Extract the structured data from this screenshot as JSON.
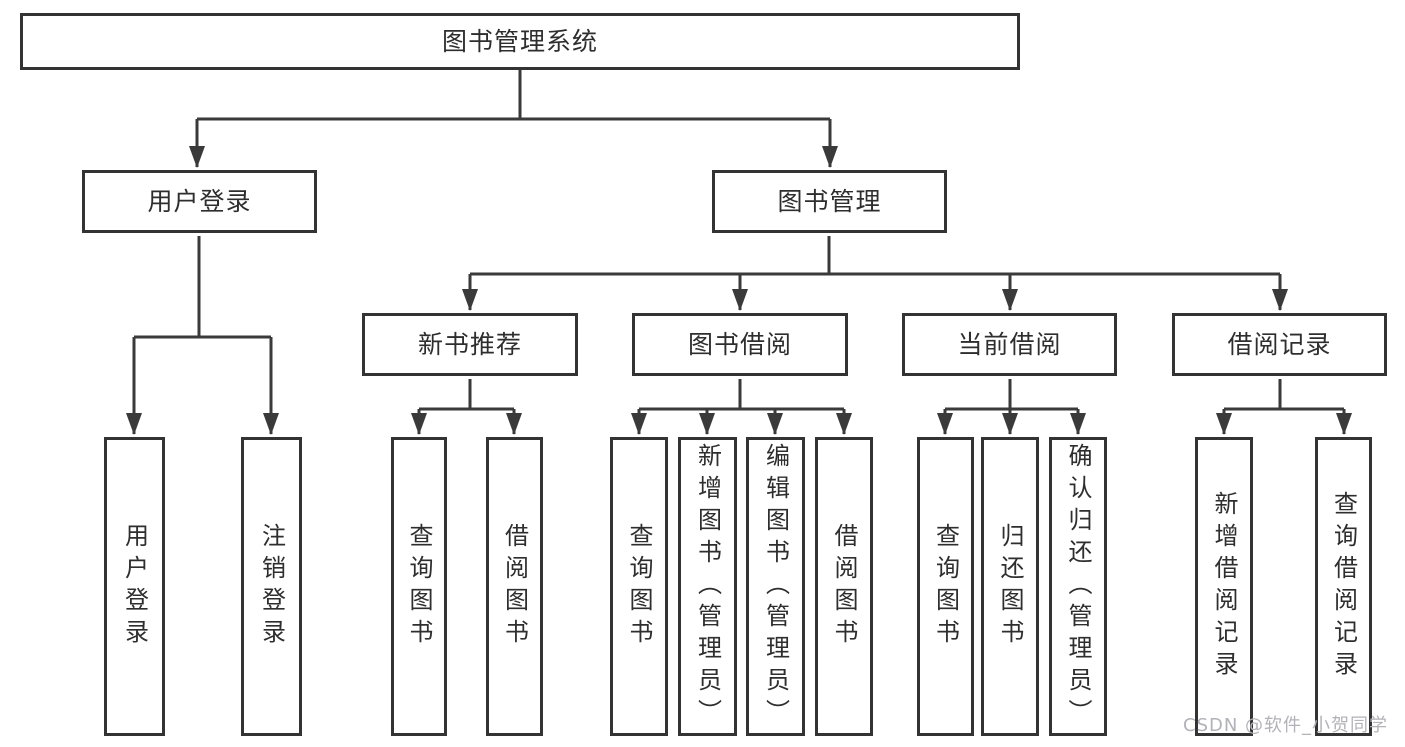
{
  "diagram": {
    "title": {
      "label": "图书管理系统"
    },
    "level2": {
      "user_login": {
        "label": "用户登录"
      },
      "book_mgmt": {
        "label": "图书管理"
      }
    },
    "level3": {
      "new_book": {
        "label": "新书推荐"
      },
      "book_borrow": {
        "label": "图书借阅"
      },
      "current_borrow": {
        "label": "当前借阅"
      },
      "borrow_record": {
        "label": "借阅记录"
      }
    },
    "leaves": {
      "user_login": [
        {
          "label": "用户登录"
        },
        {
          "label": "注销登录"
        }
      ],
      "new_book": [
        {
          "label": "查询图书"
        },
        {
          "label": "借阅图书"
        }
      ],
      "book_borrow": [
        {
          "label": "查询图书"
        },
        {
          "label": "新增图书（管理员）"
        },
        {
          "label": "编辑图书（管理员）"
        },
        {
          "label": "借阅图书"
        }
      ],
      "current_borrow": [
        {
          "label": "查询图书"
        },
        {
          "label": "归还图书"
        },
        {
          "label": "确认归还（管理员）"
        }
      ],
      "borrow_record": [
        {
          "label": "新增借阅记录"
        },
        {
          "label": "查询借阅记录"
        }
      ]
    }
  },
  "watermark": {
    "text": "CSDN @软件_小贺同学"
  },
  "colors": {
    "line": "#3a3a3a",
    "box_border": "#333333",
    "text": "#2e2e2e",
    "background": "#ffffff",
    "watermark": "#b2b2b8"
  }
}
